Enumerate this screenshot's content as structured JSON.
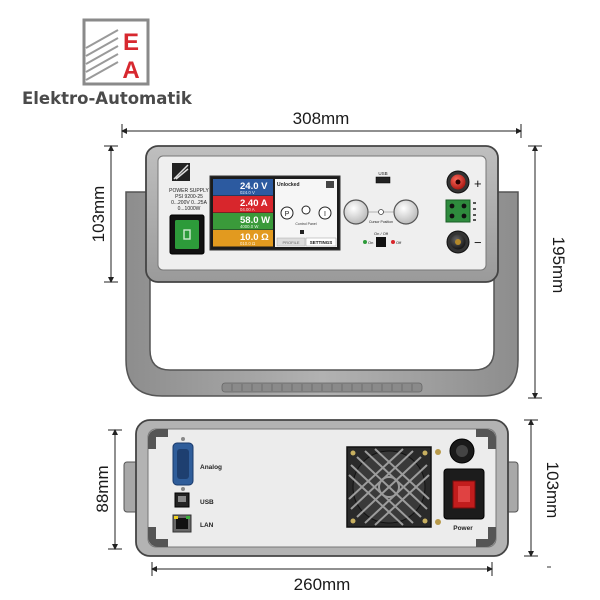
{
  "brand": {
    "logo_text_e": "E",
    "logo_text_a": "A",
    "company_name": "Elektro-Automatik",
    "logo_color": "#d7282f"
  },
  "dimensions": {
    "front_width": "308mm",
    "front_height": "103mm",
    "total_height": "195mm",
    "rear_height": "88mm",
    "rear_depth": "103mm",
    "rear_width": "260mm"
  },
  "front_panel": {
    "model_lines": [
      "POWER SUPPLY",
      "PSI 9200-25",
      "0...200V 0...25A",
      "0...1000W"
    ],
    "display": {
      "voltage": "24.0 V",
      "voltage_set": "024.0  V",
      "current": "2.40 A",
      "current_set": "04.00  A",
      "power": "58.0 W",
      "power_set": "4000.0 W",
      "resistance": "10.0 Ω",
      "resistance_set": "010.0 Ω",
      "status": "Unlocked",
      "settings_label": "SETTINGS",
      "profile_label": "PROFILE",
      "control_panel_label": "Control Panel",
      "p_symbol": "P",
      "i_symbol": "I",
      "voltage_color": "#2c5aa0",
      "current_color": "#d8262c",
      "power_color": "#3a9a3a",
      "resistance_color": "#e29a1f"
    },
    "usb_label": "USB",
    "knob_label": "Cursor Position",
    "on_off_label": "On / Off",
    "on_label": "On",
    "off_label": "Off",
    "plus_sign": "+",
    "minus_sign": "−"
  },
  "rear_panel": {
    "analog_label": "Analog",
    "usb_label": "USB",
    "lan_label": "LAN",
    "power_label": "Power"
  }
}
